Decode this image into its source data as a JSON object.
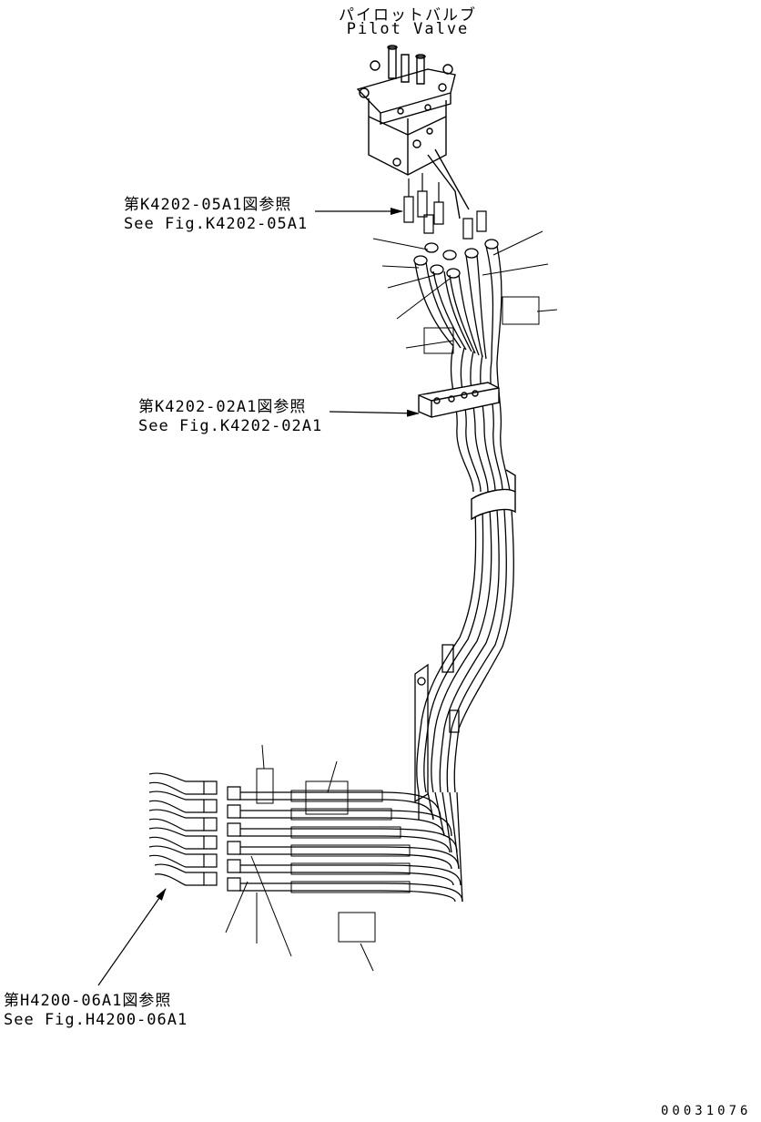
{
  "title": {
    "jp": "パイロットバルブ",
    "en": "Pilot Valve"
  },
  "references": [
    {
      "id": "ref-k4202-05a1",
      "jp": "第K4202-05A1図参照",
      "en": "See Fig.K4202-05A1"
    },
    {
      "id": "ref-k4202-02a1",
      "jp": "第K4202-02A1図参照",
      "en": "See Fig.K4202-02A1"
    },
    {
      "id": "ref-h4200-06a1",
      "jp": "第H4200-06A1図参照",
      "en": "See Fig.H4200-06A1"
    }
  ],
  "drawing_number": "00031076"
}
